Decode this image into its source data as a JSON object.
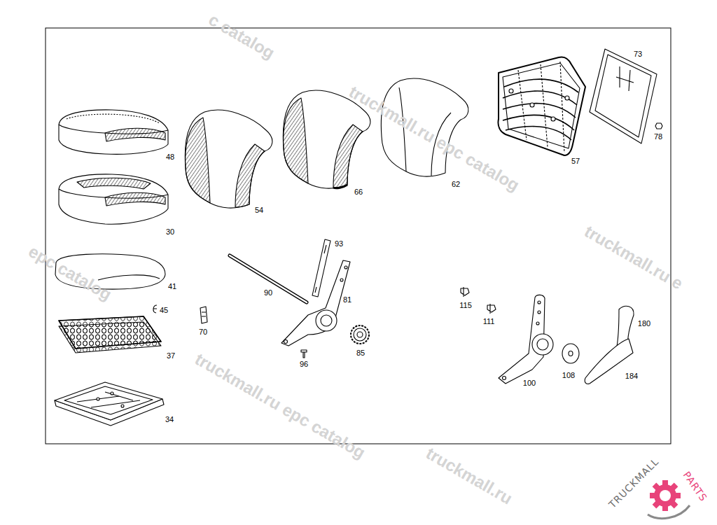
{
  "diagram": {
    "labels": [
      "48",
      "30",
      "41",
      "45",
      "37",
      "34",
      "54",
      "70",
      "90",
      "93",
      "81",
      "96",
      "85",
      "66",
      "62",
      "57",
      "73",
      "78",
      "115",
      "111",
      "100",
      "108",
      "180",
      "184",
      "c catalog",
      "truckmall.ru epc catalog",
      "epc catalog",
      "truckmall.ru e",
      "truckmall.ru epc catalog",
      "truckmall.ru",
      "TRUCKMALL",
      "PARTS"
    ]
  }
}
